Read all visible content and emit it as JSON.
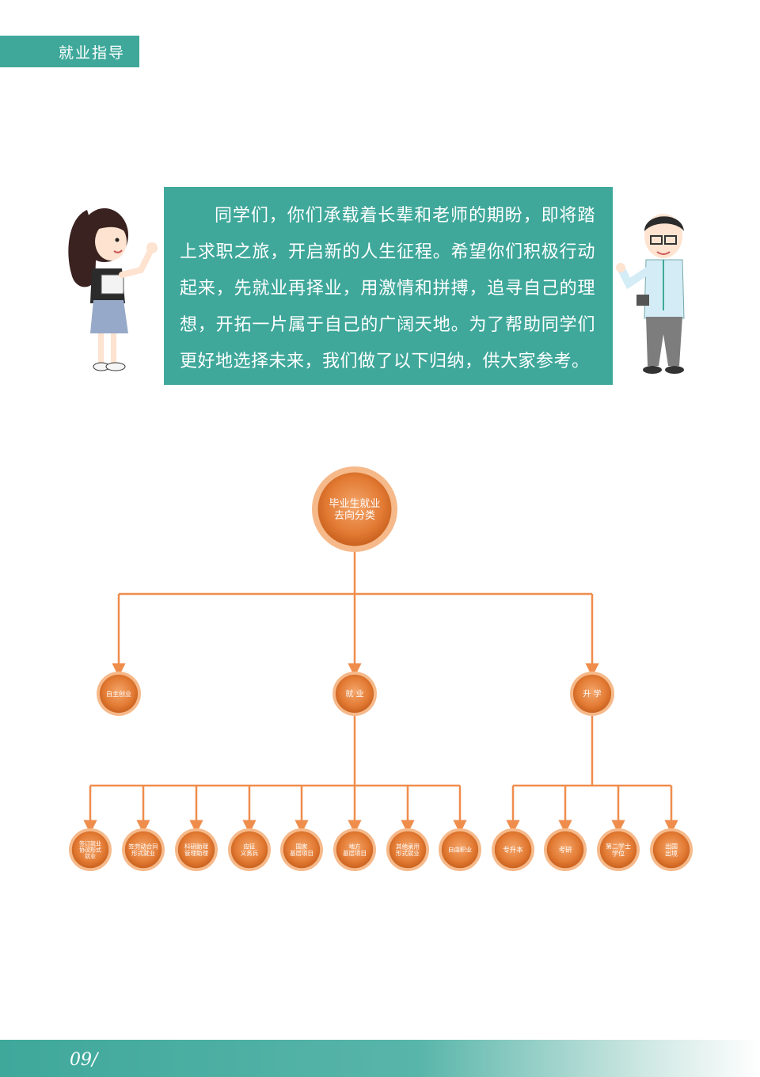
{
  "header": {
    "title": "就业指导"
  },
  "intro": {
    "text": "同学们，你们承载着长辈和老师的期盼，即将踏上求职之旅，开启新的人生征程。希望你们积极行动起来，先就业再择业，用激情和拼搏，追寻自己的理想，开拓一片属于自己的广阔天地。为了帮助同学们更好地选择未来，我们做了以下归纳，供大家参考。"
  },
  "tree": {
    "root": {
      "lines": [
        "毕业生就业",
        "去向分类"
      ]
    },
    "level1": [
      {
        "lines": [
          "自主创业"
        ]
      },
      {
        "lines": [
          "就 业"
        ]
      },
      {
        "lines": [
          "升 学"
        ]
      }
    ],
    "employment_children": [
      {
        "lines": [
          "签订就业",
          "协议形式",
          "就业"
        ]
      },
      {
        "lines": [
          "签劳动合同",
          "形式就业"
        ]
      },
      {
        "lines": [
          "科研助理",
          "管理助理"
        ]
      },
      {
        "lines": [
          "应征",
          "义务兵"
        ]
      },
      {
        "lines": [
          "国家",
          "基层项目"
        ]
      },
      {
        "lines": [
          "地方",
          "基层项目"
        ]
      },
      {
        "lines": [
          "其他录用",
          "形式就业"
        ]
      },
      {
        "lines": [
          "自由职业"
        ]
      }
    ],
    "study_children": [
      {
        "lines": [
          "专升本"
        ]
      },
      {
        "lines": [
          "考研"
        ]
      },
      {
        "lines": [
          "第二学士",
          "学位"
        ]
      },
      {
        "lines": [
          "出国",
          "出境"
        ]
      }
    ]
  },
  "colors": {
    "teal": "#3fa89b",
    "orange": "#e8843e",
    "line": "#ef8d4c"
  },
  "footer": {
    "page_number": "09/"
  }
}
